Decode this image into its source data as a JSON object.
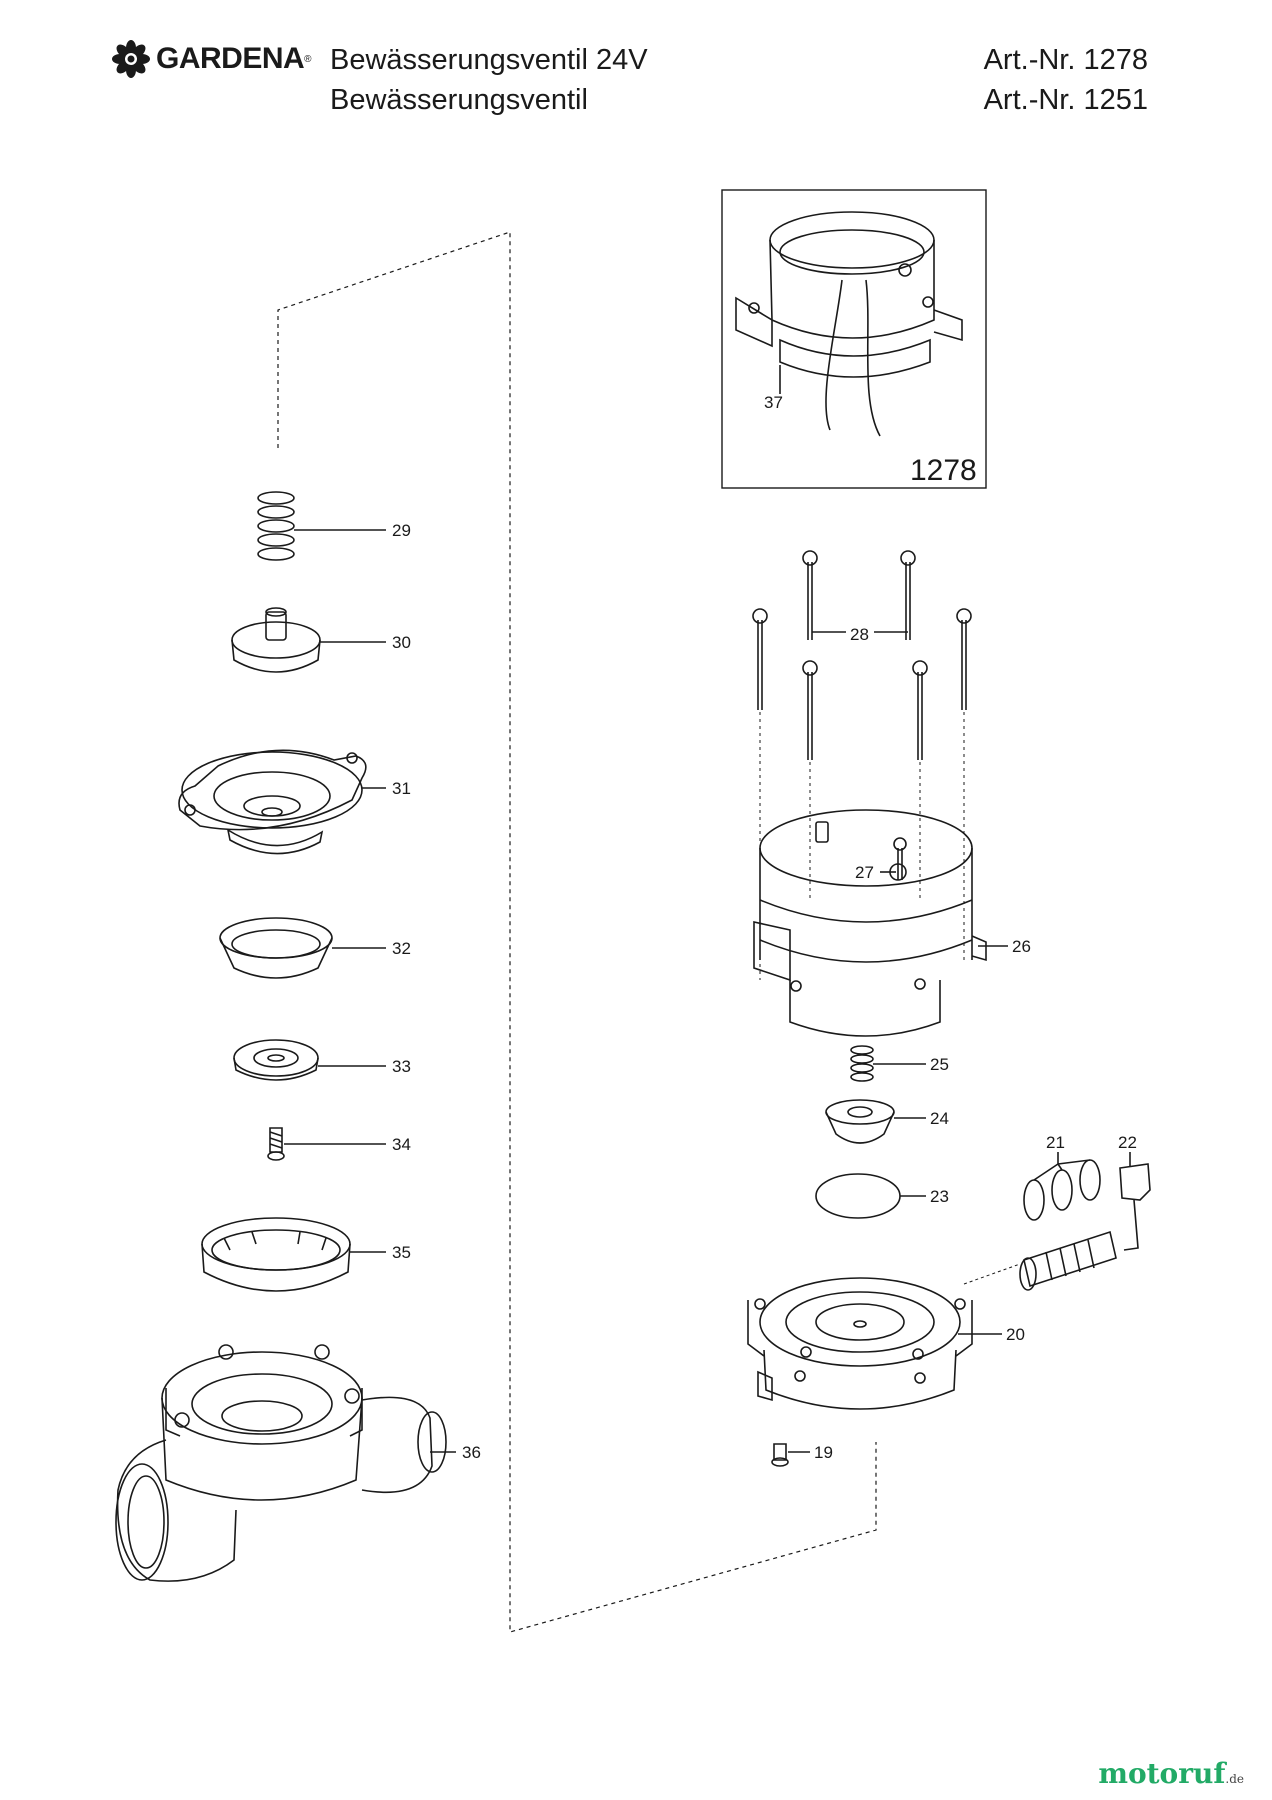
{
  "header": {
    "brand": "GARDENA",
    "brand_mark": "®",
    "title_line1": "Bewässerungsventil 24V",
    "title_line2": "Bewässerungsventil",
    "art_line1": "Art.-Nr. 1278",
    "art_line2": "Art.-Nr. 1251"
  },
  "inset": {
    "label": "1278",
    "part": "37"
  },
  "parts": {
    "p19": "19",
    "p20": "20",
    "p21": "21",
    "p22": "22",
    "p23": "23",
    "p24": "24",
    "p25": "25",
    "p26": "26",
    "p27": "27",
    "p28": "28",
    "p29": "29",
    "p30": "30",
    "p31": "31",
    "p32": "32",
    "p33": "33",
    "p34": "34",
    "p35": "35",
    "p36": "36"
  },
  "watermark": {
    "text": "motoruf",
    "suffix": ".de"
  }
}
